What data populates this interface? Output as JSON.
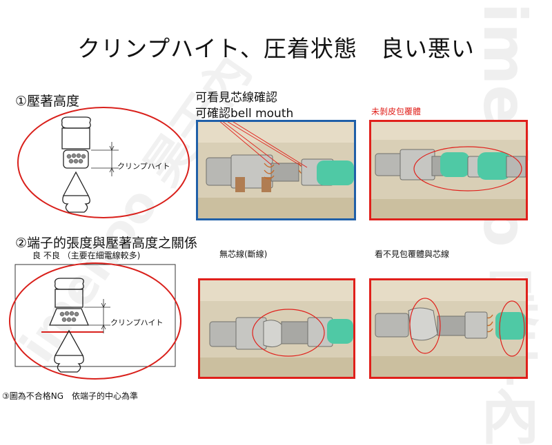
{
  "title": "クリンプハイト、圧着状態　良い悪い",
  "section1": {
    "heading": "①壓著高度",
    "diagram_label": "クリンプハイト"
  },
  "section2": {
    "heading": "②端子的張度與壓著高度之關係",
    "subheading": "良 不良 （主要在細電線較多)",
    "diagram_label": "クリンプハイト"
  },
  "note3": "③圖為不合格NG　依端子的中心為準",
  "photos": {
    "top_left": {
      "caption_line1": "可看見芯線確認",
      "caption_line2_prefix": "可確認",
      "caption_line2_suffix": "bell mouth",
      "border_color": "#1f5fa8"
    },
    "top_right": {
      "caption": "未剝皮包覆體",
      "border_color": "#e0201b"
    },
    "bottom_left": {
      "caption": "無芯線(斷線)",
      "border_color": "#e0201b"
    },
    "bottom_right": {
      "caption": "看不見包覆體與芯線",
      "border_color": "#e0201b"
    }
  },
  "watermark": "imeiloo 昊干內",
  "colors": {
    "ellipse": "#d9201b",
    "terminal_green": "#4fc9a5"
  }
}
